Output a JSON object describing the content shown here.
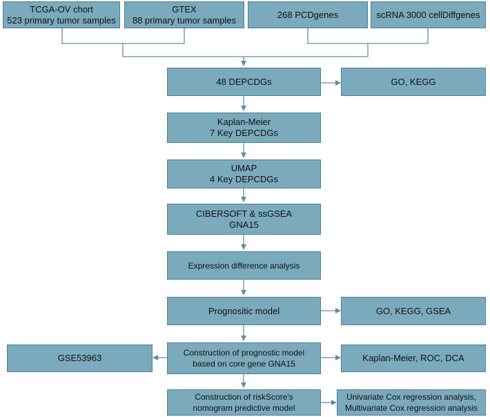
{
  "colors": {
    "box_fill": "#7aaabc",
    "box_border": "#4f7f92",
    "connector": "#5f8fa3",
    "text": "#111111"
  },
  "nodes": {
    "tcga": {
      "line1": "TCGA-OV chort",
      "line2": "523 primary tumor samples"
    },
    "gtex": {
      "line1": "GTEX",
      "line2": "88 primary tumor samples"
    },
    "pcd": {
      "line1": "268 PCDgenes"
    },
    "scrna": {
      "line1": "scRNA 3000 cellDiffgenes"
    },
    "depcdgs48": {
      "line1": "48 DEPCDGs"
    },
    "go_kegg": {
      "line1": "GO, KEGG"
    },
    "km7": {
      "line1": "Kaplan-Meier",
      "line2": "7  Key DEPCDGs"
    },
    "umap4": {
      "line1": "UMAP",
      "line2": "4  Key DEPCDGs"
    },
    "cibersoft": {
      "line1": "CIBERSOFT & ssGSEA",
      "line2": "GNA15"
    },
    "expr_diff": {
      "line1": "Expression difference analysis"
    },
    "prog_model": {
      "line1": "Prognositic model"
    },
    "go_kegg_gsea": {
      "line1": "GO, KEGG, GSEA"
    },
    "gse": {
      "line1": "GSE53963"
    },
    "construct_prog": {
      "line1": "Construction of prognostic model",
      "line2": "based on core gene GNA15"
    },
    "km_roc_dca": {
      "line1": "Kaplan-Meier, ROC, DCA"
    },
    "nomogram": {
      "line1": "Construction of riskScore's",
      "line2": "nomogram predictive model"
    },
    "cox": {
      "line1": "Univariate Cox regression analysis,",
      "line2": "Multivariate Cox regression analysis"
    }
  }
}
